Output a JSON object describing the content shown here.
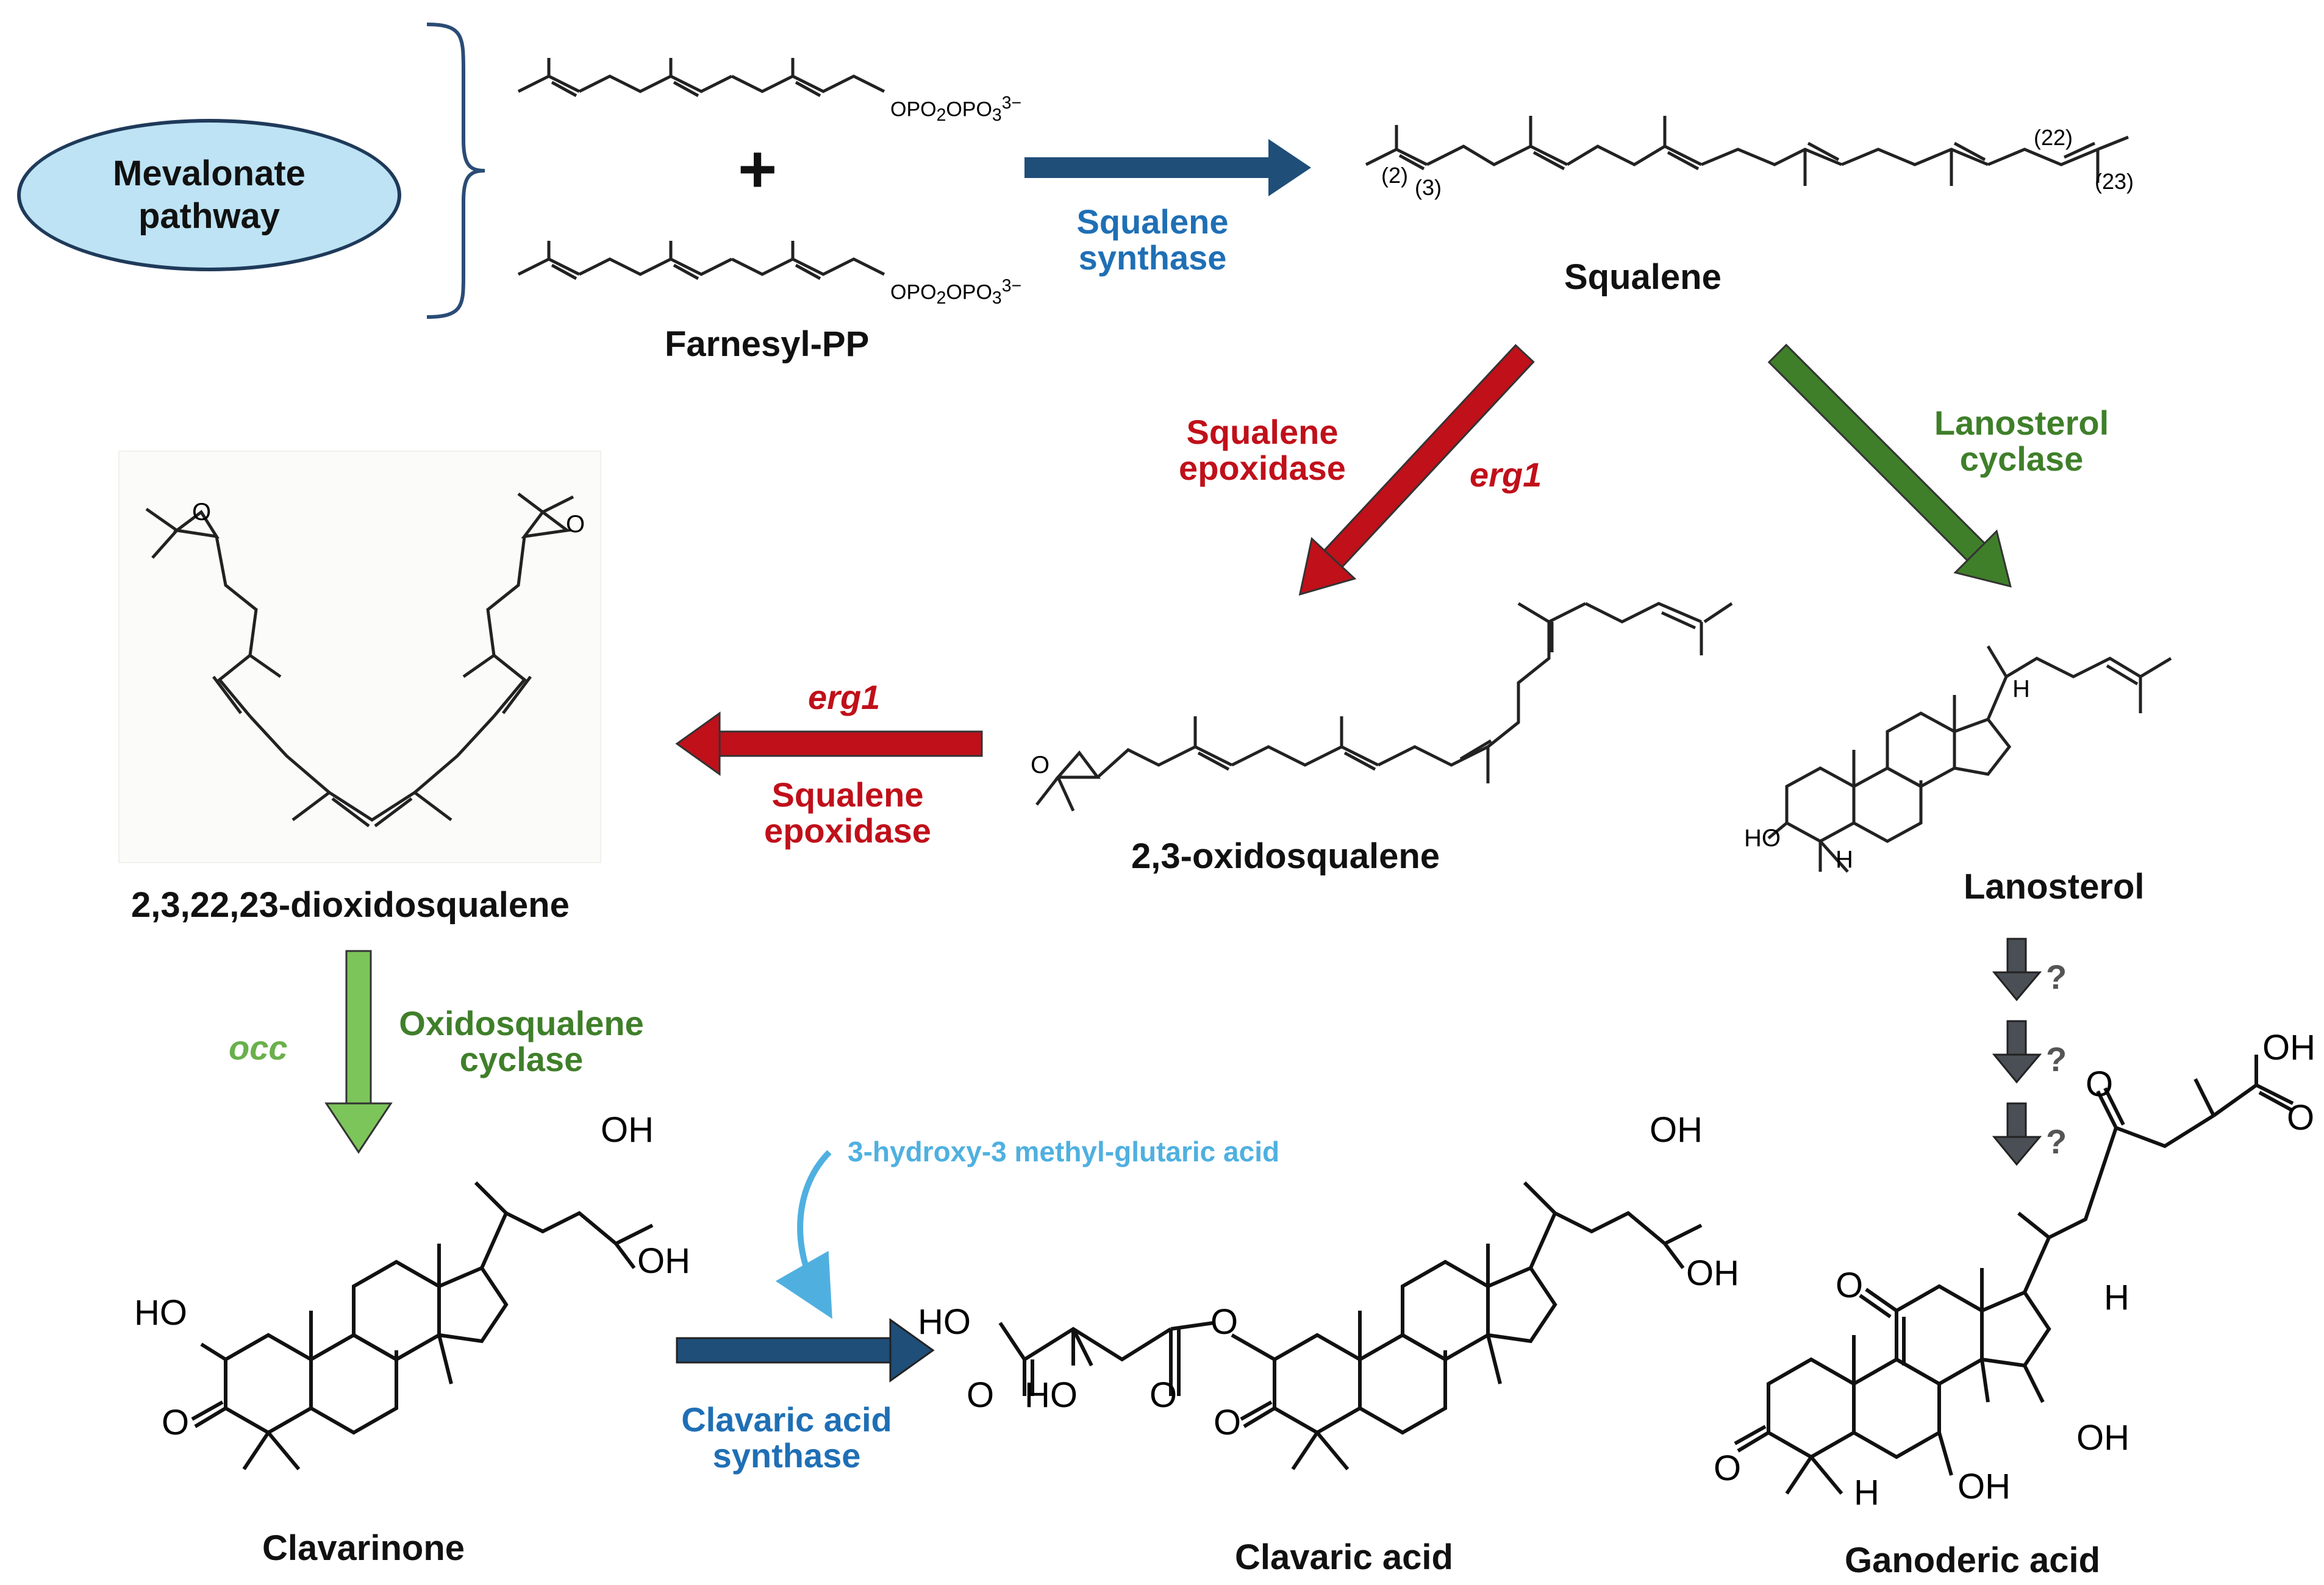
{
  "mevalonate": {
    "label": "Mevalonate\npathway"
  },
  "plus": "+",
  "pp_group": "OPO",
  "pp_sub": "2",
  "pp_mid": "OPO",
  "pp_sub2": "3",
  "pp_sup": "3−",
  "compounds": {
    "farnesyl_pp": "Farnesyl-PP",
    "squalene": "Squalene",
    "oxidosqualene": "2,3-oxidosqualene",
    "dioxidosqualene": "2,3,22,23-dioxidosqualene",
    "lanosterol": "Lanosterol",
    "clavarinone": "Clavarinone",
    "clavaric_acid": "Clavaric acid",
    "ganoderic_acid": "Ganoderic acid"
  },
  "enzymes": {
    "squalene_synthase_1": "Squalene",
    "squalene_synthase_2": "synthase",
    "epoxidase_1a": "Squalene",
    "epoxidase_1b": "epoxidase",
    "erg1_a": "erg1",
    "erg1_b": "erg1",
    "epoxidase_2a": "Squalene",
    "epoxidase_2b": "epoxidase",
    "lanosterol_cyclase_1": "Lanosterol",
    "lanosterol_cyclase_2": "cyclase",
    "occ": "occ",
    "oxidosqualene_cyclase_1": "Oxidosqualene",
    "oxidosqualene_cyclase_2": "cyclase",
    "clavaric_synthase_1": "Clavaric acid",
    "clavaric_synthase_2": "synthase",
    "hmg": "3-hydroxy-3 methyl-glutaric acid"
  },
  "unknown_steps": [
    "?",
    "?",
    "?"
  ],
  "squalene_positions": {
    "p2": "(2)",
    "p3": "(3)",
    "p22": "(22)",
    "p23": "(23)"
  },
  "atoms": {
    "O": "O",
    "OH": "OH",
    "HO": "HO",
    "H": "H"
  },
  "colors": {
    "blue_arrow": "#1f4e79",
    "red_arrow": "#c0101a",
    "green_arrow": "#3f7f2a",
    "light_green_arrow": "#7cc55a",
    "gray_arrow": "#4a4f55",
    "cyan_arrow": "#4fb0e0",
    "ellipse_fill": "#bde3f4"
  }
}
